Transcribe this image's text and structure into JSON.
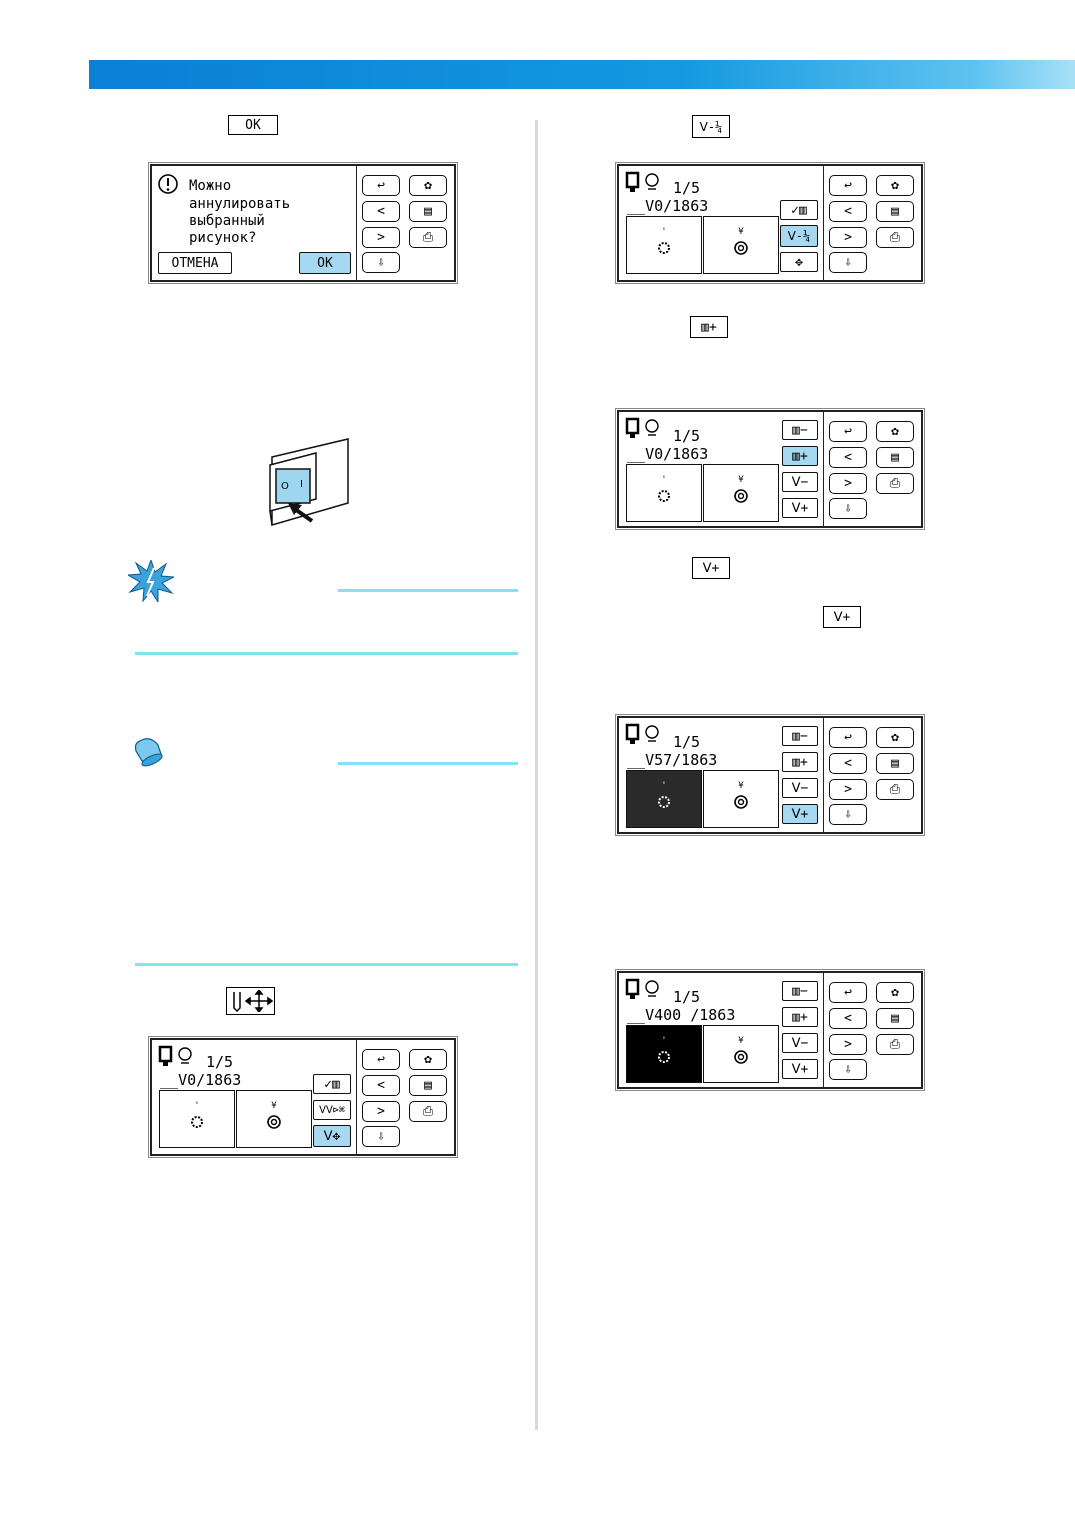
{
  "dialog": {
    "message_lines": [
      "Можно",
      "аннулировать",
      "выбранный",
      "рисунок?"
    ],
    "cancel_label": "ОТМЕНА",
    "ok_label": "OK"
  },
  "inline_ok_label": "OK",
  "screens": {
    "progress_label": "1/5",
    "a": {
      "stitch_counter": "0/1863"
    },
    "b": {
      "stitch_counter": "0/1863"
    },
    "c": {
      "stitch_counter": "0/1863"
    },
    "d": {
      "stitch_counter": "57/1863"
    },
    "e": {
      "stitch_counter": "400 /1863"
    }
  },
  "switch_labels": {
    "off": "O",
    "on": "I"
  },
  "colors": {
    "banner": "#0a7fd6",
    "selected": "#a6d8f2",
    "accent_line": "#7ee4f2"
  },
  "icons": [
    "ok-icon",
    "needle-forward-icon",
    "move-needle-icon",
    "thread-plus-icon",
    "stitch-plus-icon",
    "note-icon",
    "memo-icon"
  ]
}
